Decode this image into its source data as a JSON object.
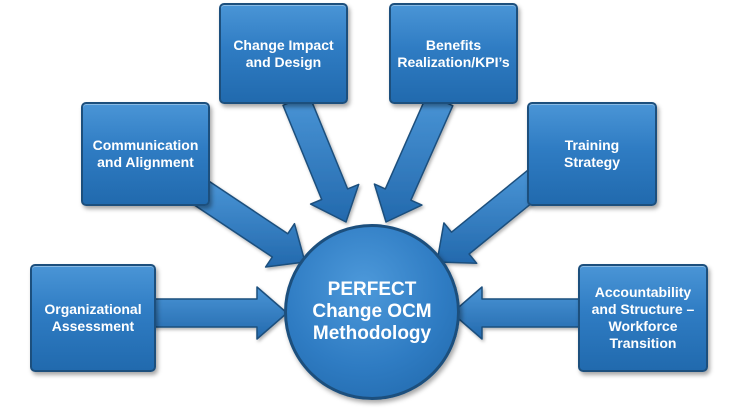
{
  "center": {
    "label": "PERFECT\nChange OCM\nMethodology"
  },
  "phases": [
    {
      "id": "organizational-assessment",
      "label": "Organizational\nAssessment"
    },
    {
      "id": "communication-and-alignment",
      "label": "Communication\nand Alignment"
    },
    {
      "id": "change-impact-and-design",
      "label": "Change Impact\nand Design"
    },
    {
      "id": "benefits-realization",
      "label": "Benefits\nRealization/KPI’s"
    },
    {
      "id": "training-strategy",
      "label": "Training\nStrategy"
    },
    {
      "id": "accountability-and-structure",
      "label": "Accountability\nand Structure –\nWorkforce\nTransition"
    }
  ],
  "colors": {
    "box_fill": "#2f7cc3",
    "box_border": "#1c4f7d",
    "arrow_fill": "#2e7bc0",
    "text": "#ffffff"
  }
}
